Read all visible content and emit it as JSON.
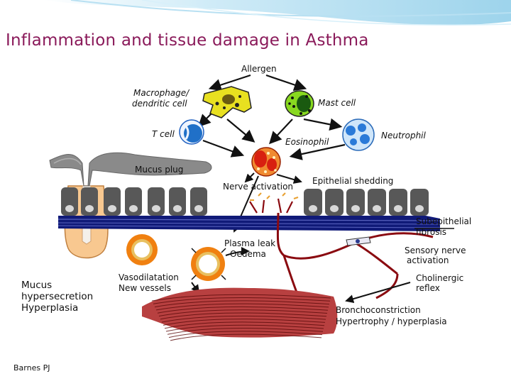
{
  "title": "Inflammation and tissue damage in Asthma",
  "labels": {
    "allergen": "Allergen",
    "macrophage_line1": "Macrophage/",
    "macrophage_line2": "dendritic cell",
    "mast_cell": "Mast cell",
    "t_cell": "T cell",
    "neutrophil": "Neutrophil",
    "eosinophil": "Eosinophil",
    "mucus_plug": "Mucus plug",
    "nerve_activation": "Nerve activation",
    "epithelial_shedding": "Epithelial shedding",
    "subepithelial_line1": "Subepithelial",
    "subepithelial_line2": "fibrosis",
    "plasma_leak_line1": "Plasma leak",
    "plasma_leak_line2": "Oedema",
    "sensory_line1": "Sensory nerve",
    "sensory_line2": "activation",
    "mucus_hyper_line1": "Mucus",
    "mucus_hyper_line2": "hypersecretion",
    "mucus_hyper_line3": "Hyperplasia",
    "vasodilatation_line1": "Vasodilatation",
    "vasodilatation_line2": "New vessels",
    "cholinergic_line1": "Cholinergic",
    "cholinergic_line2": "reflex",
    "broncho_line1": "Bronchoconstriction",
    "broncho_line2": "Hypertrophy / hyperplasia",
    "credit": "Barnes PJ"
  },
  "colors": {
    "title": "#8a1a5a",
    "header_wave": "#a8d8ee",
    "macrophage": "#e8e020",
    "mast_cell": "#88d820",
    "t_cell": "#2070c8",
    "neutrophil": "#2a7ad8",
    "eosinophil": "#d82010",
    "epithelium": "#585858",
    "basement_band": "#101a78",
    "vessel_outer": "#f08010",
    "vessel_inner": "#e8c060",
    "nerve": "#8a0a10",
    "smooth_muscle": "#b84040",
    "goblet_gland": "#f8c890"
  }
}
